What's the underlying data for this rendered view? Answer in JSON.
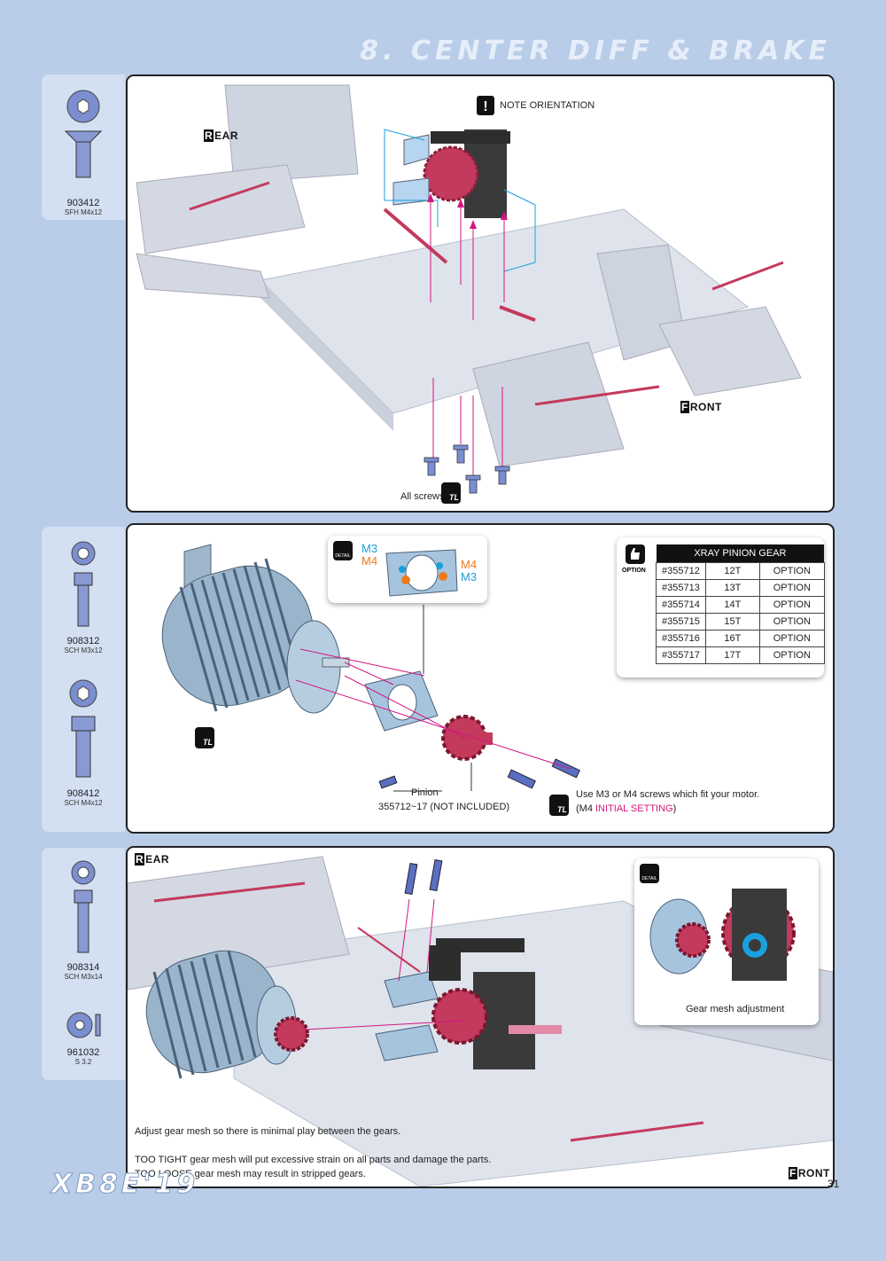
{
  "header": {
    "title": "8. CENTER DIFF & BRAKE"
  },
  "footer": {
    "logo": "XB8E'19",
    "page_number": "31"
  },
  "panel1": {
    "side_parts": [
      {
        "number": "903412",
        "desc": "SFH M4x12"
      }
    ],
    "note_orientation": "NOTE ORIENTATION",
    "rear_label": "EAR",
    "rear_cap": "R",
    "front_label": "RONT",
    "front_cap": "F",
    "all_screws": "All screws",
    "tl_badge": "TL"
  },
  "panel2": {
    "side_parts": [
      {
        "number": "908312",
        "desc": "SCH M3x12"
      },
      {
        "number": "908412",
        "desc": "SCH M4x12"
      }
    ],
    "detail_label": "DETAIL",
    "detail_left_top": "M3",
    "detail_left_bottom": "M4",
    "detail_right_top": "M4",
    "detail_right_bottom": "M3",
    "option_label": "OPTION",
    "pinion_table": {
      "title": "XRAY PINION GEAR",
      "rows": [
        [
          "#355712",
          "12T",
          "OPTION"
        ],
        [
          "#355713",
          "13T",
          "OPTION"
        ],
        [
          "#355714",
          "14T",
          "OPTION"
        ],
        [
          "#355715",
          "15T",
          "OPTION"
        ],
        [
          "#355716",
          "16T",
          "OPTION"
        ],
        [
          "#355717",
          "17T",
          "OPTION"
        ]
      ]
    },
    "pinion_label": "Pinion",
    "pinion_note": "355712~17 (NOT INCLUDED)",
    "screw_note_line1": "Use M3 or M4 screws which fit  your motor.",
    "screw_note_line2_prefix": "(M4 ",
    "screw_note_line2_highlight": "INITIAL SETTING",
    "screw_note_line2_suffix": ")",
    "tl_badge": "TL"
  },
  "panel3": {
    "side_parts": [
      {
        "number": "908314",
        "desc": "SCH M3x14"
      },
      {
        "number": "961032",
        "desc": "S 3.2"
      }
    ],
    "rear_label": "EAR",
    "rear_cap": "R",
    "front_label": "RONT",
    "front_cap": "F",
    "detail_label": "DETAIL",
    "gear_mesh_caption": "Gear mesh adjustment",
    "instruction1": "Adjust gear mesh so there is minimal play between the gears.",
    "instruction2": "TOO TIGHT gear mesh will put excessive strain on all parts and damage the parts.",
    "instruction3": "TOO LOOSE gear mesh may result in stripped gears."
  },
  "colors": {
    "accent": "#d4157f",
    "panel_bg": "#b9cde9",
    "part_blue": "#7b8fd0",
    "gear_pink": "#c43a5c"
  }
}
